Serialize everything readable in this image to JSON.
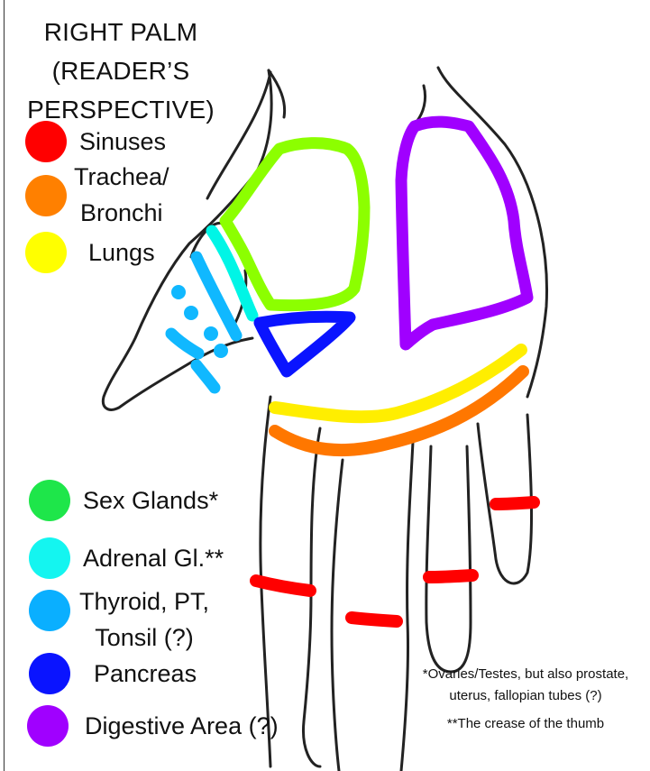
{
  "title": {
    "line1": "RIGHT PALM",
    "line2": "(READER’S",
    "line3": "PERSPECTIVE)"
  },
  "legend_top": [
    {
      "label_lines": [
        "Sinuses"
      ],
      "color": "#ff0000"
    },
    {
      "label_lines": [
        "Trachea/",
        "Bronchi"
      ],
      "color": "#ff8000"
    },
    {
      "label_lines": [
        "Lungs"
      ],
      "color": "#ffff00"
    }
  ],
  "legend_bottom": [
    {
      "label_lines": [
        "Sex Glands*"
      ],
      "color": "#1ee64a"
    },
    {
      "label_lines": [
        "Adrenal Gl.**"
      ],
      "color": "#14f5f0"
    },
    {
      "label_lines": [
        "Thyroid, PT,",
        "Tonsil (?)"
      ],
      "color": "#0aafff"
    },
    {
      "label_lines": [
        "Pancreas"
      ],
      "color": "#0a14ff"
    },
    {
      "label_lines": [
        "Digestive Area (?)"
      ],
      "color": "#a000ff"
    }
  ],
  "footnotes": {
    "note1_line1": "*Ovaries/Testes, but also prostate,",
    "note1_line2": "uterus, fallopian tubes (?)",
    "note2": "**The crease of the thumb"
  },
  "zone_colors": {
    "sinuses": "#ff0000",
    "trachea_bronchi": "#ff7700",
    "lungs": "#ffee00",
    "sex_glands": "#8cff00",
    "adrenal": "#00f5e6",
    "thyroid": "#10b8ff",
    "pancreas": "#0a14ff",
    "digestive": "#a000ff"
  }
}
